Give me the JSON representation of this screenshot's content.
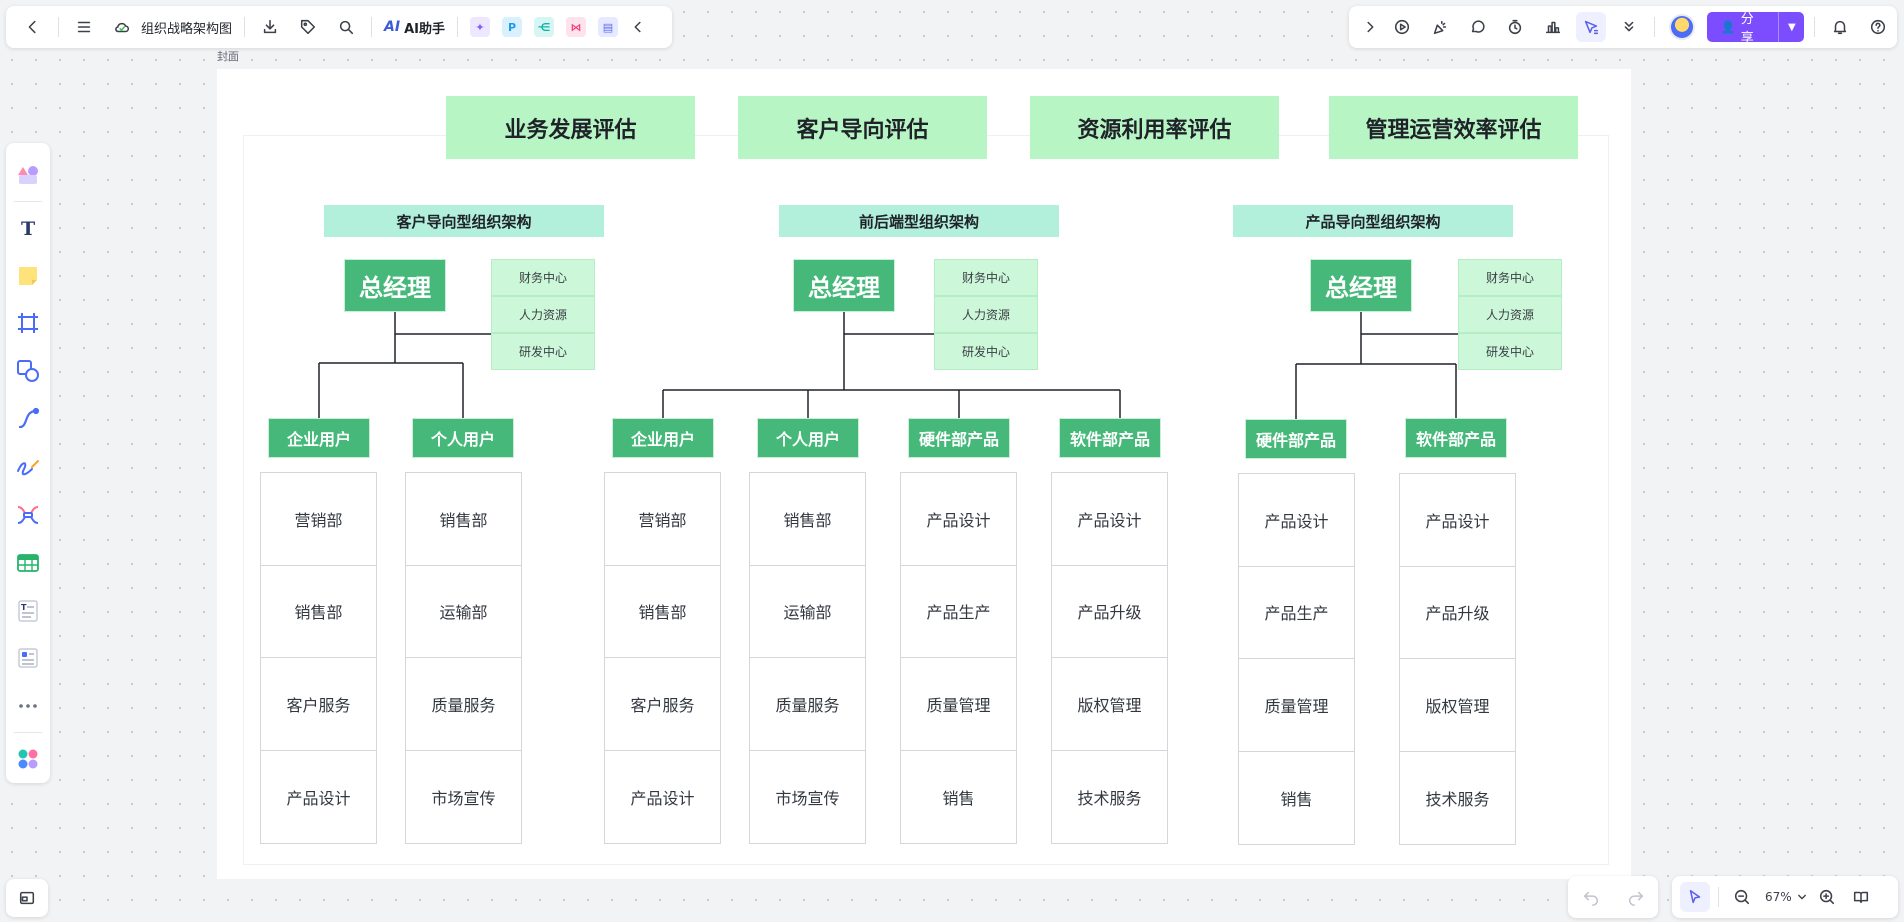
{
  "header": {
    "doc_title": "组织战略架构图",
    "ai_label": "AI助手",
    "ai_logo": "AI",
    "share_label": "分享",
    "zoom": "67%"
  },
  "canvas": {
    "cover_label": "封面"
  },
  "evaluations": [
    "业务发展评估",
    "客户导向评估",
    "资源利用率评估",
    "管理运营效率评估"
  ],
  "sections": [
    {
      "title": "客户导向型组织架构",
      "gm": "总经理",
      "side_items": [
        "财务中心",
        "人力资源",
        "研发中心"
      ],
      "branches": [
        {
          "name": "企业用户",
          "depts": [
            "营销部",
            "销售部",
            "客户服务",
            "产品设计"
          ]
        },
        {
          "name": "个人用户",
          "depts": [
            "销售部",
            "运输部",
            "质量服务",
            "市场宣传"
          ]
        }
      ]
    },
    {
      "title": "前后端型组织架构",
      "gm": "总经理",
      "side_items": [
        "财务中心",
        "人力资源",
        "研发中心"
      ],
      "branches": [
        {
          "name": "企业用户",
          "depts": [
            "营销部",
            "销售部",
            "客户服务",
            "产品设计"
          ]
        },
        {
          "name": "个人用户",
          "depts": [
            "销售部",
            "运输部",
            "质量服务",
            "市场宣传"
          ]
        },
        {
          "name": "硬件部产品",
          "depts": [
            "产品设计",
            "产品生产",
            "质量管理",
            "销售"
          ]
        },
        {
          "name": "软件部产品",
          "depts": [
            "产品设计",
            "产品升级",
            "版权管理",
            "技术服务"
          ]
        }
      ]
    },
    {
      "title": "产品导向型组织架构",
      "gm": "总经理",
      "side_items": [
        "财务中心",
        "人力资源",
        "研发中心"
      ],
      "branches": [
        {
          "name": "硬件部产品",
          "depts": [
            "产品设计",
            "产品生产",
            "质量管理",
            "销售"
          ]
        },
        {
          "name": "软件部产品",
          "depts": [
            "产品设计",
            "产品升级",
            "版权管理",
            "技术服务"
          ]
        }
      ]
    }
  ]
}
